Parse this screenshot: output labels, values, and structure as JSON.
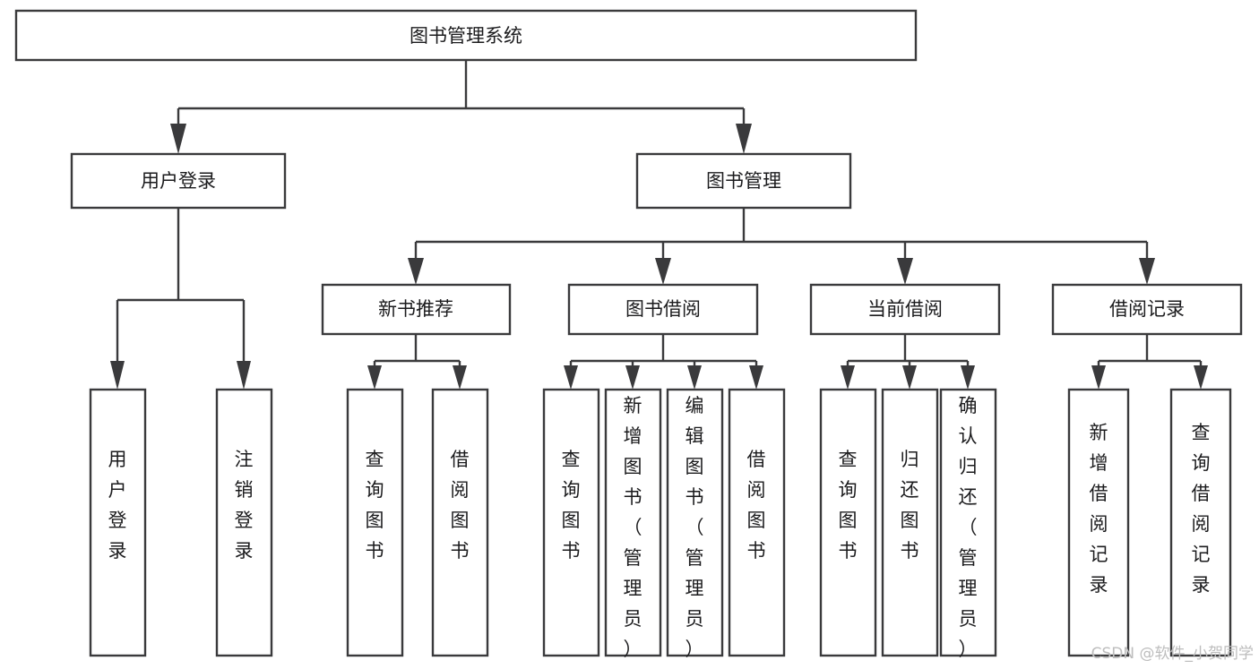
{
  "diagram": {
    "title": "图书管理系统",
    "type": "tree-hierarchy",
    "watermark": "CSDN @软件_小贺同学",
    "colors": {
      "stroke": "#3a3a3c",
      "fill": "#ffffff",
      "text": "#1b1b1d",
      "watermark": "#bdbdbd"
    },
    "nodes": {
      "root": {
        "label": "图书管理系统"
      },
      "level2": [
        {
          "label": "用户登录"
        },
        {
          "label": "图书管理"
        }
      ],
      "level3": [
        {
          "label": "新书推荐"
        },
        {
          "label": "图书借阅"
        },
        {
          "label": "当前借阅"
        },
        {
          "label": "借阅记录"
        }
      ],
      "leaves": [
        {
          "label": "用户登录",
          "parent": "用户登录"
        },
        {
          "label": "注销登录",
          "parent": "用户登录"
        },
        {
          "label": "查询图书",
          "parent": "新书推荐"
        },
        {
          "label": "借阅图书",
          "parent": "新书推荐"
        },
        {
          "label": "查询图书",
          "parent": "图书借阅"
        },
        {
          "label": "新增图书（管理员）",
          "parent": "图书借阅"
        },
        {
          "label": "编辑图书（管理员）",
          "parent": "图书借阅"
        },
        {
          "label": "借阅图书",
          "parent": "图书借阅"
        },
        {
          "label": "查询图书",
          "parent": "当前借阅"
        },
        {
          "label": "归还图书",
          "parent": "当前借阅"
        },
        {
          "label": "确认归还（管理员）",
          "parent": "当前借阅"
        },
        {
          "label": "新增借阅记录",
          "parent": "借阅记录"
        },
        {
          "label": "查询借阅记录",
          "parent": "借阅记录"
        }
      ]
    }
  }
}
